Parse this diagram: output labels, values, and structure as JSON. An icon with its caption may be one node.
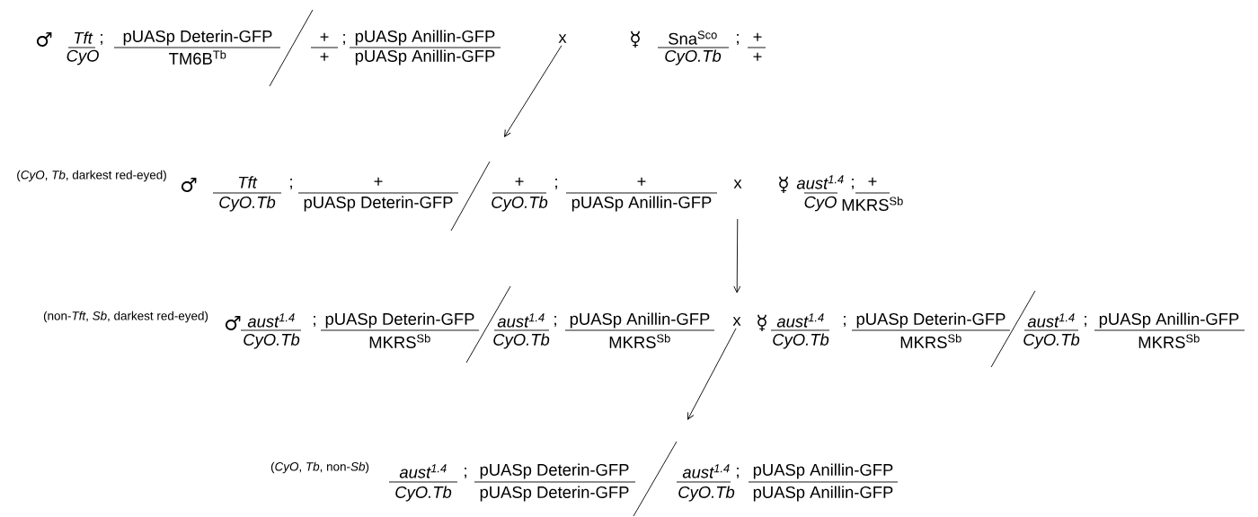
{
  "diagram": {
    "nodes": [
      {
        "text": [
          "x"
        ]
      },
      {
        "text": [
          "x"
        ]
      },
      {
        "text": [
          "x"
        ]
      }
    ],
    "edges": [
      {
        "from": 0,
        "to": null,
        "arrow": "to"
      },
      {
        "from": 1,
        "to": 2,
        "arrow": "to"
      },
      {
        "from": 2,
        "to": null,
        "arrow": "to"
      }
    ],
    "labels": [
      "♂",
      "Tft",
      "CyO",
      ";",
      "pUASp Deterin-GFP",
      "TM6B$^{Tb}$",
      "+",
      "+",
      ";",
      "pUASp Anillin-GFP",
      "pUASp Anillin-GFP",
      "☿",
      "Sna$^{Sco}$",
      "CyO.Tb",
      ";",
      "+",
      "+",
      "(*CyO*, *Tb*, darkest red-eyed)",
      "♂",
      "Tft",
      "CyO.Tb",
      ";",
      "+",
      "pUASp Deterin-GFP",
      "+",
      "CyO.Tb",
      ";",
      "+",
      "pUASp Anillin-GFP",
      "☿",
      "aust$^{1.4}$",
      "CyO",
      ";",
      "+",
      "MKRS$^{Sb}$",
      "(non-*Tft*, *Sb*, darkest red-eyed)",
      "♂",
      "aust$^{1.4}$",
      "CyO.Tb",
      ";",
      "pUASp Deterin-GFP",
      "MKRS$^{Sb}$",
      "aust$^{1.4}$",
      "CyO.Tb",
      ";",
      "pUASp Anillin-GFP",
      "MKRS$^{Sb}$",
      "☿",
      "aust$^{1.4}$",
      "CyO.Tb",
      ";",
      "pUASp Deterin-GFP",
      "MKRS$^{Sb}$",
      "aust$^{1.4}$",
      "CyO.Tb",
      ";",
      "pUASp Anillin-GFP",
      "MKRS$^{Sb}$",
      "(*CyO*, *Tb*, non-*Sb*)",
      "aust$^{1.4}$",
      "CyO.Tb",
      ";",
      "pUASp Deterin-GFP",
      "pUASp Deterin-GFP",
      "aust$^{1.4}$",
      "CyO.Tb",
      ";",
      "pUASp Anillin-GFP",
      "pUASp Anillin-GFP"
    ]
  }
}
